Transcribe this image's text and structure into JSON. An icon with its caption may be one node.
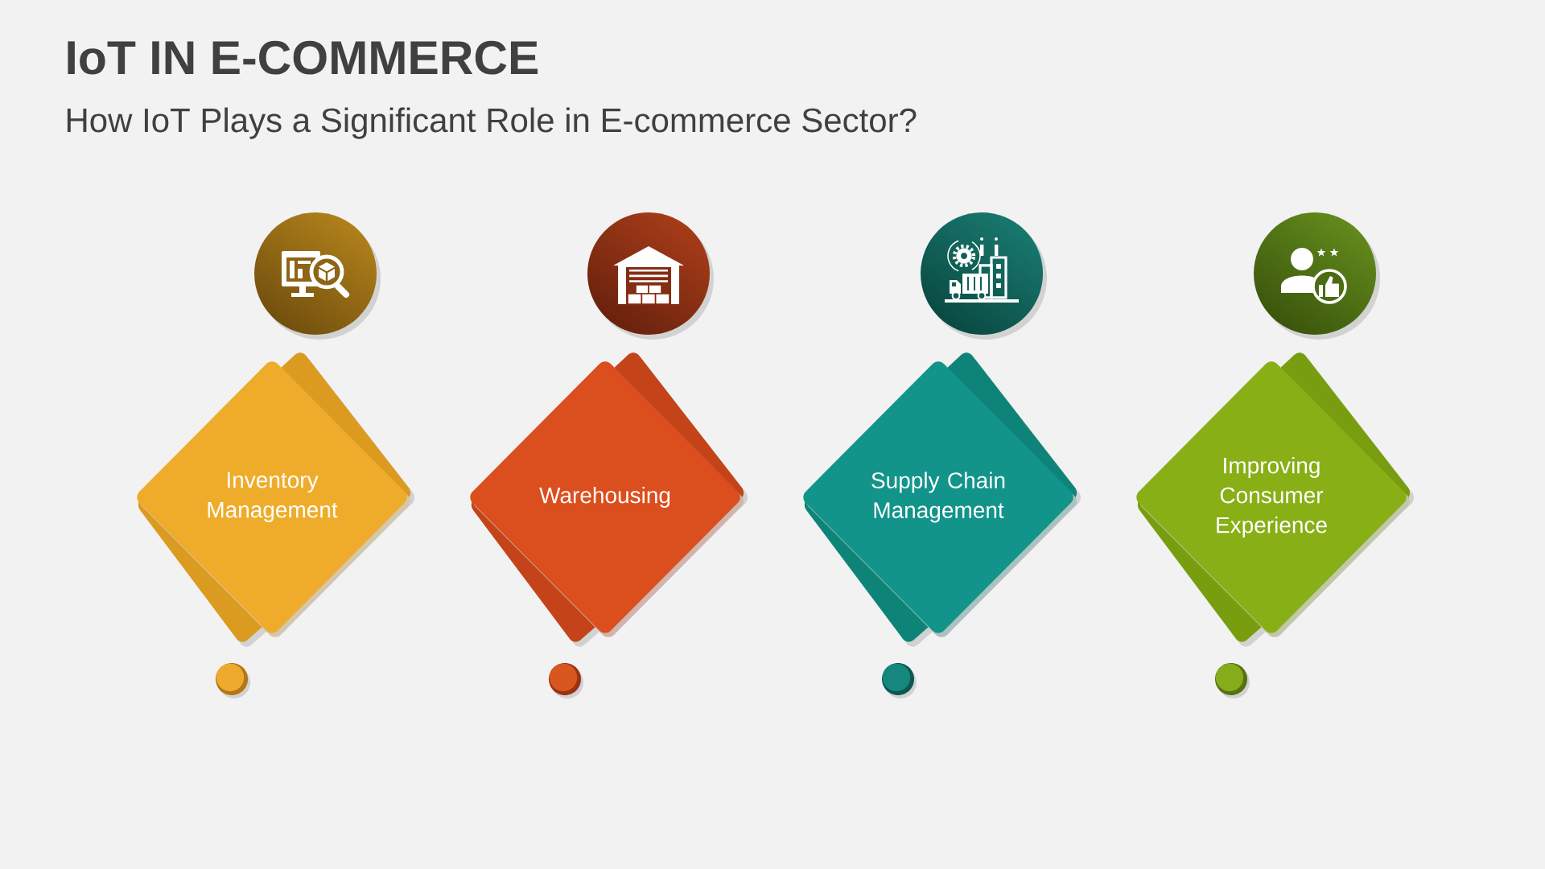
{
  "diagram": {
    "title": "IoT IN E-COMMERCE",
    "nodes": [
      {
        "text": [
          "Inventory Management"
        ]
      },
      {
        "text": [
          "Warehousing"
        ]
      },
      {
        "text": [
          "Supply Chain Management"
        ]
      },
      {
        "text": [
          "Improving Consumer Experience"
        ]
      }
    ],
    "labels": [
      "How IoT Plays a Significant Role in E-commerce Sector?"
    ]
  }
}
